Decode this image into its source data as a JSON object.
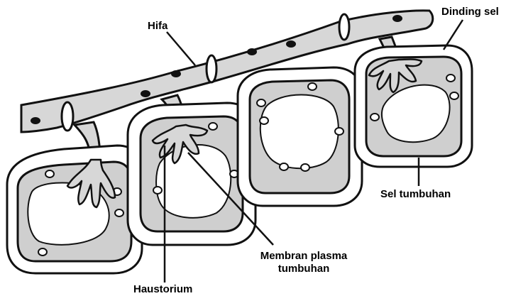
{
  "labels": {
    "hifa": "Hifa",
    "dinding_sel": "Dinding sel",
    "sel_tumbuhan": "Sel tumbuhan",
    "membran_line1": "Membran plasma",
    "membran_line2": "tumbuhan",
    "haustorium": "Haustorium"
  },
  "colors": {
    "ink": "#111111",
    "hypha_fill": "#d7d7d7",
    "wall_fill": "#ffffff",
    "cytoplasm": "#cfcfcf",
    "vacuole": "#ffffff",
    "nucleus": "#111111"
  }
}
